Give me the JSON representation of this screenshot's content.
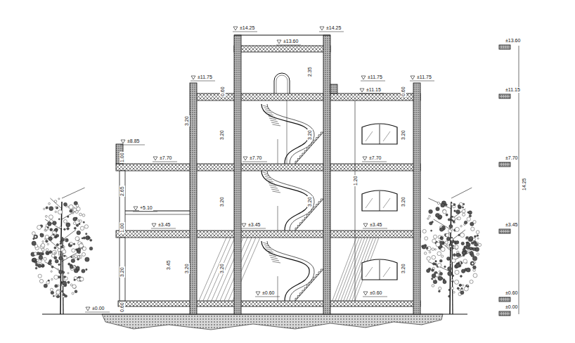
{
  "diagram": {
    "labels": [
      "±14.25",
      "±14.25",
      "±13.60",
      "±11.75",
      "±11.75",
      "±11.75",
      "±11.15",
      "±8.85",
      "±7.70",
      "±7.70",
      "±7.70",
      "+5.10",
      "±3.45",
      "±3.45",
      "±3.45",
      "±0.60",
      "±0.60",
      "±0.00",
      "±13.60",
      "±11.15",
      "±7.70",
      "±3.45",
      "±0.60",
      "±0.00",
      "14.25",
      "0.60",
      "0.60",
      "2.35",
      "3.20",
      "3.20",
      "3.20",
      "3.20",
      "1.20",
      "3.20",
      "3.20",
      "3.20",
      "2.65",
      "1.00",
      "1.00",
      "3.20",
      "3.45",
      "3.20",
      "3.20",
      "3.20",
      "0.60"
    ]
  }
}
